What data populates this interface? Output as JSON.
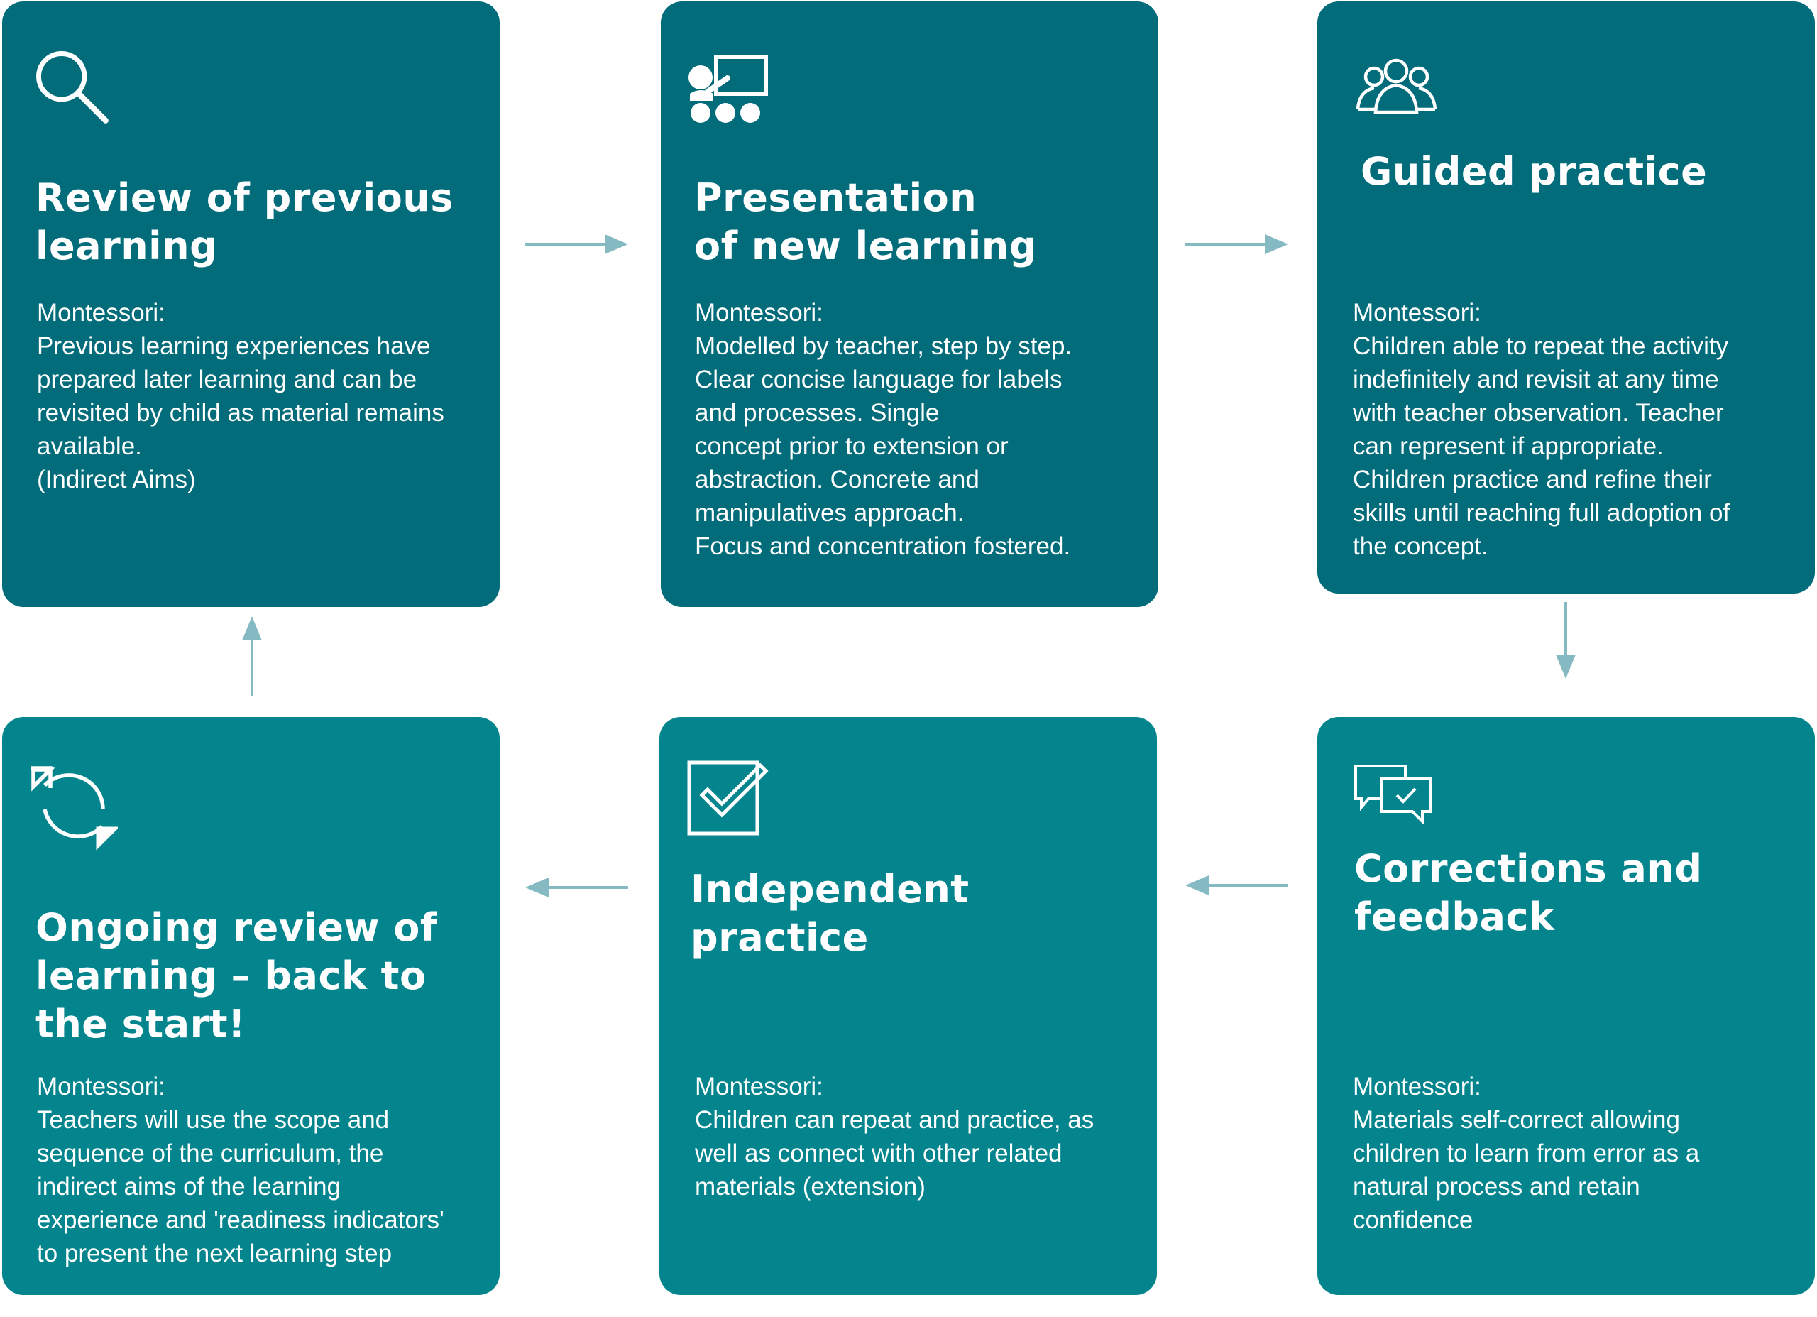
{
  "colors": {
    "top_card": "#026c7a",
    "bottom_card": "#04858d",
    "arrow": "#86bac3",
    "text": "#ffffff"
  },
  "cards": {
    "review": {
      "icon": "search-icon",
      "title_lines": [
        "Review of previous",
        "learning"
      ],
      "body_lines": [
        "Montessori:",
        "Previous learning experiences have",
        "prepared later learning and can be",
        "revisited by child as material remains",
        "available.",
        "(Indirect Aims)"
      ]
    },
    "presentation": {
      "icon": "presentation-board-icon",
      "title_lines": [
        "Presentation",
        "of new learning"
      ],
      "body_lines": [
        "Montessori:",
        "Modelled by teacher, step by step.",
        "Clear concise language for labels",
        "and processes. Single",
        "concept prior to extension or",
        "abstraction. Concrete and",
        "manipulatives approach.",
        "Focus and concentration fostered."
      ]
    },
    "guided": {
      "icon": "group-people-icon",
      "title_lines": [
        "Guided practice"
      ],
      "body_lines": [
        "Montessori:",
        "Children able to repeat the activity",
        "indefinitely and revisit at any time",
        "with teacher observation. Teacher",
        "can represent if appropriate.",
        "Children practice and refine their",
        "skills until reaching full adoption of",
        "the concept."
      ]
    },
    "corrections": {
      "icon": "chat-check-icon",
      "title_lines": [
        "Corrections and",
        "feedback"
      ],
      "body_lines": [
        "Montessori:",
        "Materials self-correct allowing",
        "children to learn from error as a",
        "natural process and retain",
        "confidence"
      ]
    },
    "independent": {
      "icon": "checkbox-checked-icon",
      "title_lines": [
        "Independent",
        "practice"
      ],
      "body_lines": [
        "Montessori:",
        "Children can repeat and practice, as",
        "well as connect with other related",
        "materials (extension)"
      ]
    },
    "ongoing": {
      "icon": "refresh-cycle-icon",
      "title_lines": [
        "Ongoing review of",
        "learning – back to",
        "the start!"
      ],
      "body_lines": [
        "Montessori:",
        "Teachers will use the scope and",
        "sequence of the curriculum, the",
        "indirect aims of the learning",
        "experience and 'readiness indicators'",
        "to present the next learning step"
      ]
    }
  }
}
